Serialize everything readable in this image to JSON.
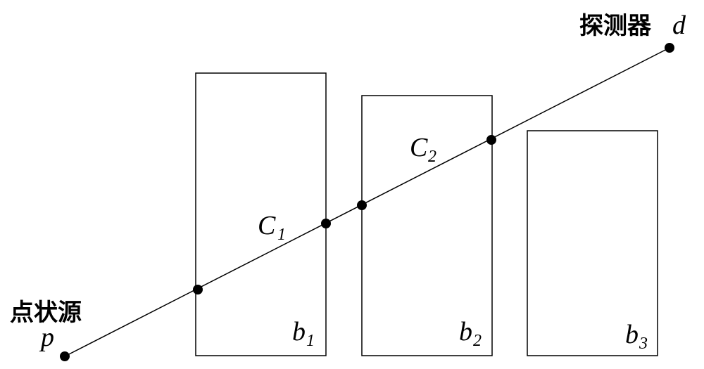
{
  "source": {
    "label": "点状源",
    "symbol": "p"
  },
  "detector": {
    "label": "探测器",
    "symbol": "d"
  },
  "blocks": [
    {
      "letter": "b",
      "sub": "1"
    },
    {
      "letter": "b",
      "sub": "2"
    },
    {
      "letter": "b",
      "sub": "3"
    }
  ],
  "chords": [
    {
      "letter": "C",
      "sub": "1"
    },
    {
      "letter": "C",
      "sub": "2"
    }
  ]
}
